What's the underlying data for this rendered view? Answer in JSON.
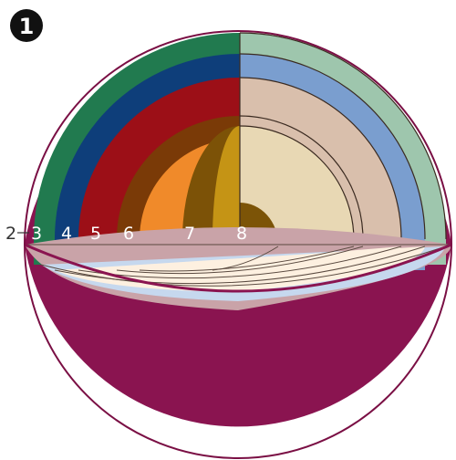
{
  "badge": "1",
  "labels": {
    "l2": "2",
    "l3": "3",
    "l4": "4",
    "l5": "5",
    "l6": "6",
    "l7": "7",
    "l8": "8"
  },
  "colors": {
    "sphere": "#8a1450",
    "rim": "#c9a3a8",
    "l3_dark": "#217a4f",
    "l3_light": "#9ec6ad",
    "l4_dark": "#0e3e7a",
    "l4_light": "#7a9ecf",
    "l5_dark": "#9c0f17",
    "l6_dark": "#7a3a07",
    "l6_light": "#d9bfac",
    "l7_dark": "#f08a2a",
    "l7_light": "#e1c2aa",
    "l8_dark": "#7c5207",
    "l8_side": "#c59415",
    "l8_light": "#e8d8b4",
    "core": "#7c5407",
    "floor_light": "#fdf0e0",
    "floor_blue": "#c6d8ee"
  }
}
